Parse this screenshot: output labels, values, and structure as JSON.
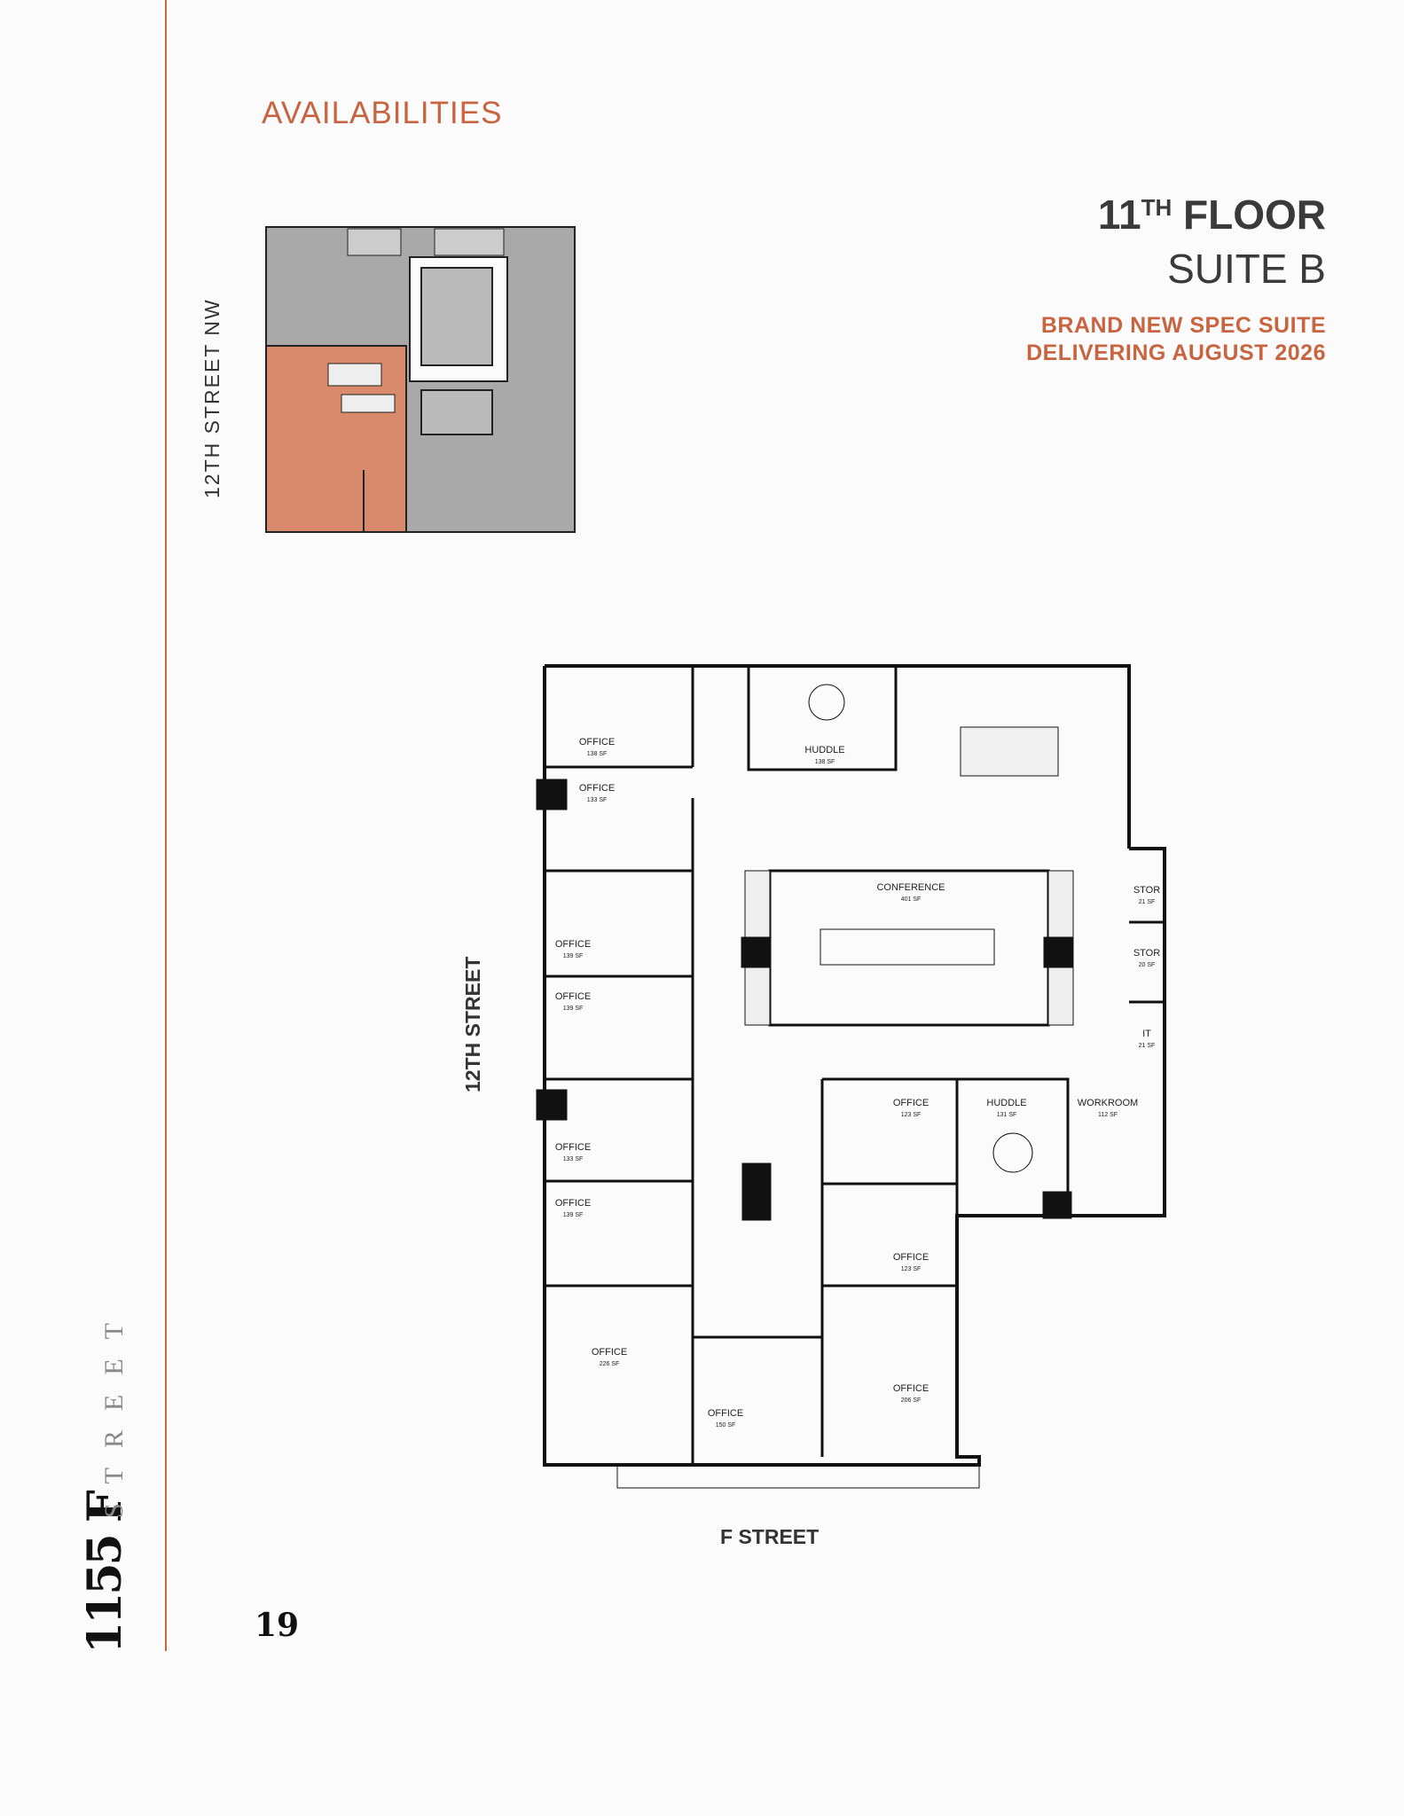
{
  "header": {
    "section": "AVAILABILITIES",
    "floor_num": "11",
    "floor_sup": "TH",
    "floor_word": " FLOOR",
    "suite": "SUITE B",
    "tagline_1": "BRAND NEW SPEC SUITE",
    "tagline_2": "DELIVERING AUGUST 2026"
  },
  "colors": {
    "accent": "#c8643f",
    "suite_highlight": "#d98a6c",
    "keyplan_grey": "#a9a9a9"
  },
  "keyplan": {
    "street_label": "12TH STREET NW"
  },
  "plan": {
    "street_west": "12TH STREET",
    "street_south": "F STREET",
    "rooms": [
      {
        "name": "OFFICE",
        "area": "138 SF"
      },
      {
        "name": "OFFICE",
        "area": "133 SF"
      },
      {
        "name": "OFFICE",
        "area": "139 SF"
      },
      {
        "name": "OFFICE",
        "area": "139 SF"
      },
      {
        "name": "OFFICE",
        "area": "133 SF"
      },
      {
        "name": "OFFICE",
        "area": "139 SF"
      },
      {
        "name": "OFFICE",
        "area": "226 SF"
      },
      {
        "name": "OFFICE",
        "area": "150 SF"
      },
      {
        "name": "OFFICE",
        "area": "206 SF"
      },
      {
        "name": "OFFICE",
        "area": "123 SF"
      },
      {
        "name": "OFFICE",
        "area": "123 SF"
      },
      {
        "name": "HUDDLE",
        "area": "131 SF"
      },
      {
        "name": "WORKROOM",
        "area": "112 SF"
      },
      {
        "name": "HUDDLE",
        "area": "138 SF"
      },
      {
        "name": "CONFERENCE",
        "area": "401 SF"
      },
      {
        "name": "STOR",
        "area": "21 SF"
      },
      {
        "name": "STOR",
        "area": "20 SF"
      },
      {
        "name": "IT",
        "area": "21 SF"
      }
    ]
  },
  "footer": {
    "brand_number": "1155 F",
    "brand_word": "STREET",
    "page_number": "19"
  }
}
